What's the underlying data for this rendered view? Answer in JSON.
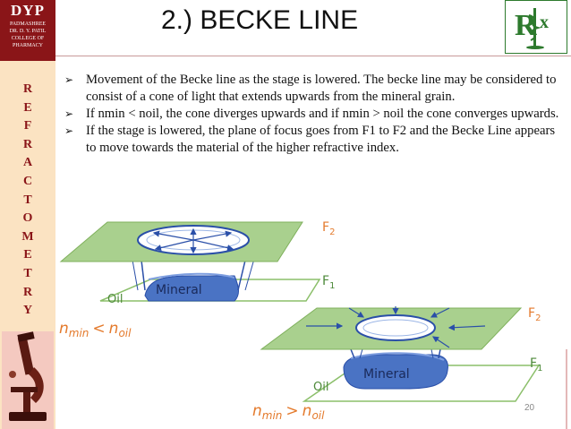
{
  "sidebar": {
    "logo_main": "DYP",
    "logo_line1": "PADMASHREE",
    "logo_line2": "DR. D. Y. PATIL",
    "logo_line3": "COLLEGE OF",
    "logo_line4": "PHARMACY",
    "vertical_letters": [
      "R",
      "E",
      "F",
      "R",
      "A",
      "C",
      "T",
      "O",
      "M",
      "E",
      "T",
      "R",
      "Y"
    ]
  },
  "header": {
    "title": "2.) BECKE LINE"
  },
  "bullets": [
    "Movement of the Becke line as the stage is lowered. The becke line may be considered to consist of a cone of light that extends upwards from the mineral grain.",
    "If nmin < noil, the cone diverges upwards and if nmin > noil the cone converges upwards.",
    "If the stage is lowered, the plane of focus goes from F1 to F2 and the Becke Line appears to move towards the material of the higher refractive index."
  ],
  "diagram": {
    "top": {
      "mineral": "Mineral",
      "oil": "Oil",
      "plane_upper": "F",
      "plane_upper_sub": "2",
      "plane_lower": "F",
      "plane_lower_sub": "1",
      "relation_n1": "n",
      "relation_sub1": "min",
      "relation_op": "<",
      "relation_n2": "n",
      "relation_sub2": "oil"
    },
    "bottom": {
      "mineral": "Mineral",
      "oil": "Oil",
      "plane_upper": "F",
      "plane_upper_sub": "2",
      "plane_lower": "F",
      "plane_lower_sub": "1",
      "relation_n1": "n",
      "relation_sub1": "min",
      "relation_op": ">",
      "relation_n2": "n",
      "relation_sub2": "oil"
    }
  },
  "slide_number": "20",
  "colors": {
    "brand_maroon": "#8a1518",
    "sidebar_bg": "#fbe3c2",
    "plane_green": "#a9d08e",
    "mineral_blue": "#4a73c4",
    "label_orange": "#e47a2c",
    "label_green": "#4d8a3a"
  }
}
